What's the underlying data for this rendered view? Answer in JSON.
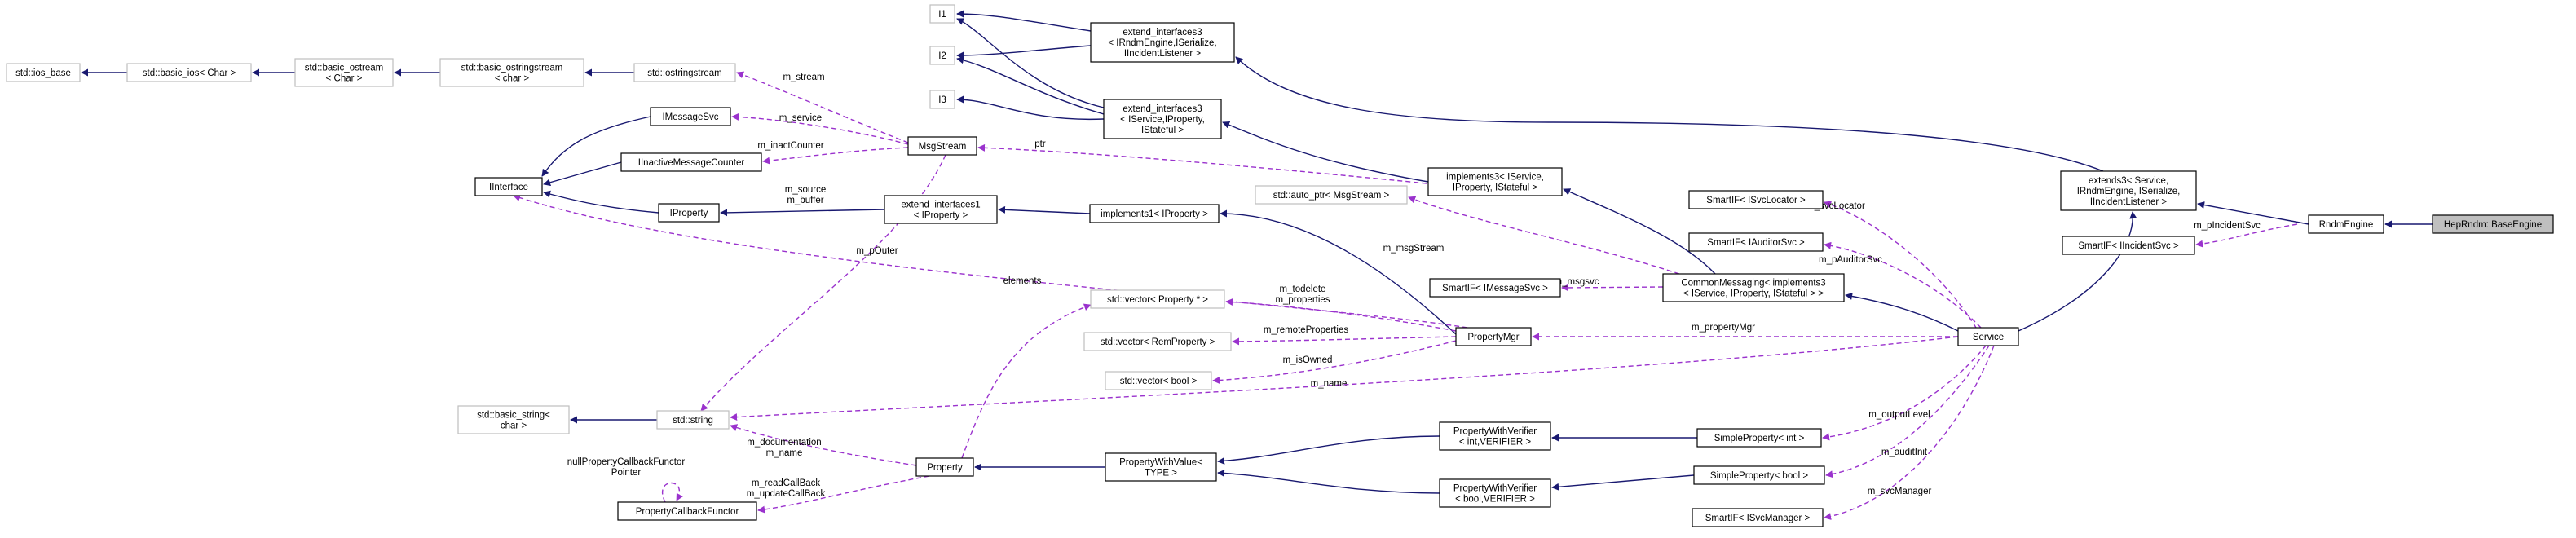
{
  "nodes": {
    "ios_base": [
      "std::ios_base"
    ],
    "basic_ios": [
      "std::basic_ios< Char >"
    ],
    "basic_ostream": [
      "std::basic_ostream",
      "< Char >"
    ],
    "basic_ostringstream": [
      "std::basic_ostringstream",
      "< char >"
    ],
    "ostringstream": [
      "std::ostringstream"
    ],
    "I1": [
      "I1"
    ],
    "I2": [
      "I2"
    ],
    "I3": [
      "I3"
    ],
    "ext3_rndm": [
      "extend_interfaces3",
      "< IRndmEngine,ISerialize,",
      "IIncidentListener >"
    ],
    "ext3_svc": [
      "extend_interfaces3",
      "< IService,IProperty,",
      "IStateful >"
    ],
    "IMessageSvc": [
      "IMessageSvc"
    ],
    "IInactiveMessageCounter": [
      "IInactiveMessageCounter"
    ],
    "MsgStream": [
      "MsgStream"
    ],
    "IInterface": [
      "IInterface"
    ],
    "IProperty": [
      "IProperty"
    ],
    "ext1_prop": [
      "extend_interfaces1",
      "< IProperty >"
    ],
    "impl1_prop": [
      "implements1< IProperty >"
    ],
    "impl3": [
      "implements3< IService,",
      "IProperty, IStateful >"
    ],
    "auto_ptr": [
      "std::auto_ptr< MsgStream >"
    ],
    "extends3": [
      "extends3< Service,",
      "IRndmEngine, ISerialize,",
      "IIncidentListener >"
    ],
    "RndmEngine": [
      "RndmEngine"
    ],
    "BaseEngine": [
      "HepRndm::BaseEngine"
    ],
    "SmartIF_SvcLocator": [
      "SmartIF< ISvcLocator >"
    ],
    "SmartIF_Incident": [
      "SmartIF< IIncidentSvc >"
    ],
    "SmartIF_Auditor": [
      "SmartIF< IAuditorSvc >"
    ],
    "SmartIF_MsgSvc": [
      "SmartIF< IMessageSvc >"
    ],
    "CommonMessaging": [
      "CommonMessaging< implements3",
      "< IService, IProperty, IStateful > >"
    ],
    "vec_prop": [
      "std::vector< Property * >"
    ],
    "vec_remprop": [
      "std::vector< RemProperty >"
    ],
    "vec_bool": [
      "std::vector< bool >"
    ],
    "PropertyMgr": [
      "PropertyMgr"
    ],
    "Service": [
      "Service"
    ],
    "basic_string": [
      "std::basic_string<",
      "char >"
    ],
    "string": [
      "std::string"
    ],
    "Property": [
      "Property"
    ],
    "PropWithValue": [
      "PropertyWithValue<",
      "TYPE >"
    ],
    "PWV_int": [
      "PropertyWithVerifier",
      "< int,VERIFIER >"
    ],
    "PWV_bool": [
      "PropertyWithVerifier",
      "< bool,VERIFIER >"
    ],
    "SP_int": [
      "SimpleProperty< int >"
    ],
    "SP_bool": [
      "SimpleProperty< bool >"
    ],
    "SmartIF_SvcMgr": [
      "SmartIF< ISvcManager >"
    ],
    "PCF": [
      "PropertyCallbackFunctor"
    ]
  },
  "edge_labels": {
    "m_stream": [
      "m_stream"
    ],
    "m_service": [
      "m_service"
    ],
    "m_inactCounter": [
      "m_inactCounter"
    ],
    "ptr": [
      "ptr"
    ],
    "m_source_buffer": [
      "m_source",
      "m_buffer"
    ],
    "m_pOuter": [
      "m_pOuter"
    ],
    "m_msgStream": [
      "m_msgStream"
    ],
    "m_msgsvc": [
      "m_msgsvc"
    ],
    "m_svcLocator": [
      "m_svcLocator"
    ],
    "m_pIncidentSvc": [
      "m_pIncidentSvc"
    ],
    "m_pAuditorSvc": [
      "m_pAuditorSvc"
    ],
    "elements": [
      "elements"
    ],
    "m_todelete": [
      "m_todelete",
      "m_properties"
    ],
    "m_remoteProperties": [
      "m_remoteProperties"
    ],
    "m_isOwned": [
      "m_isOwned"
    ],
    "m_propertyMgr": [
      "m_propertyMgr"
    ],
    "m_name": [
      "m_name"
    ],
    "m_outputLevel": [
      "m_outputLevel"
    ],
    "m_auditInit": [
      "m_auditInit"
    ],
    "m_svcManager": [
      "m_svcManager"
    ],
    "m_documentation": [
      "m_documentation",
      "m_name"
    ],
    "nullPCF": [
      "nullPropertyCallbackFunctor",
      "Pointer"
    ],
    "m_readCallBack": [
      "m_readCallBack",
      "m_updateCallBack"
    ]
  },
  "colors": {
    "inheritance_edge": "#191970",
    "usage_edge": "#9a32cd",
    "node_border": "#000000",
    "undocumented_node_border": "#bfbfbf",
    "focus_node_fill": "#bfbfbf"
  }
}
